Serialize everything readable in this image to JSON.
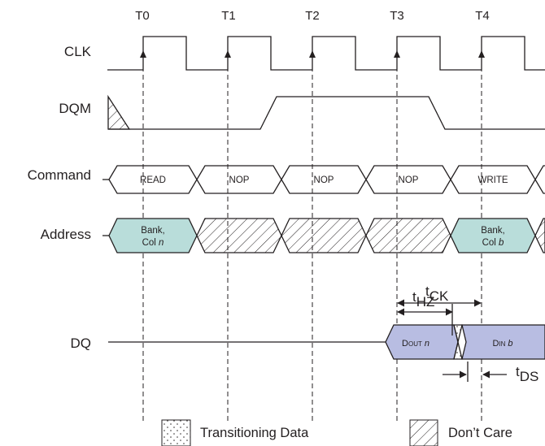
{
  "time_markers": [
    "T0",
    "T1",
    "T2",
    "T3",
    "T4"
  ],
  "signals": {
    "clk": "CLK",
    "dqm": "DQM",
    "command": "Command",
    "address": "Address",
    "dq": "DQ"
  },
  "commands": [
    "READ",
    "NOP",
    "NOP",
    "NOP",
    "WRITE"
  ],
  "address_boxes": {
    "first": {
      "line1": "Bank,",
      "line2_prefix": "Col ",
      "line2_var": "n"
    },
    "second": {
      "line1": "Bank,",
      "line2_prefix": "Col ",
      "line2_var": "b"
    }
  },
  "dq_boxes": {
    "dout": {
      "prefix": "D",
      "sub": "OUT",
      "var": "n"
    },
    "din": {
      "prefix": "D",
      "sub": "IN",
      "var": "b"
    }
  },
  "timing": {
    "tck": {
      "main": "t",
      "sub": "CK"
    },
    "thz": {
      "main": "t",
      "sub": "HZ"
    },
    "tds": {
      "main": "t",
      "sub": "DS"
    }
  },
  "legend": {
    "transitioning": "Transitioning Data",
    "dont_care": "Don’t Care"
  },
  "colors": {
    "line": "#231f20",
    "valid_fill": "#b9ddda",
    "data_fill": "#b8bde2",
    "background": "#ffffff"
  }
}
